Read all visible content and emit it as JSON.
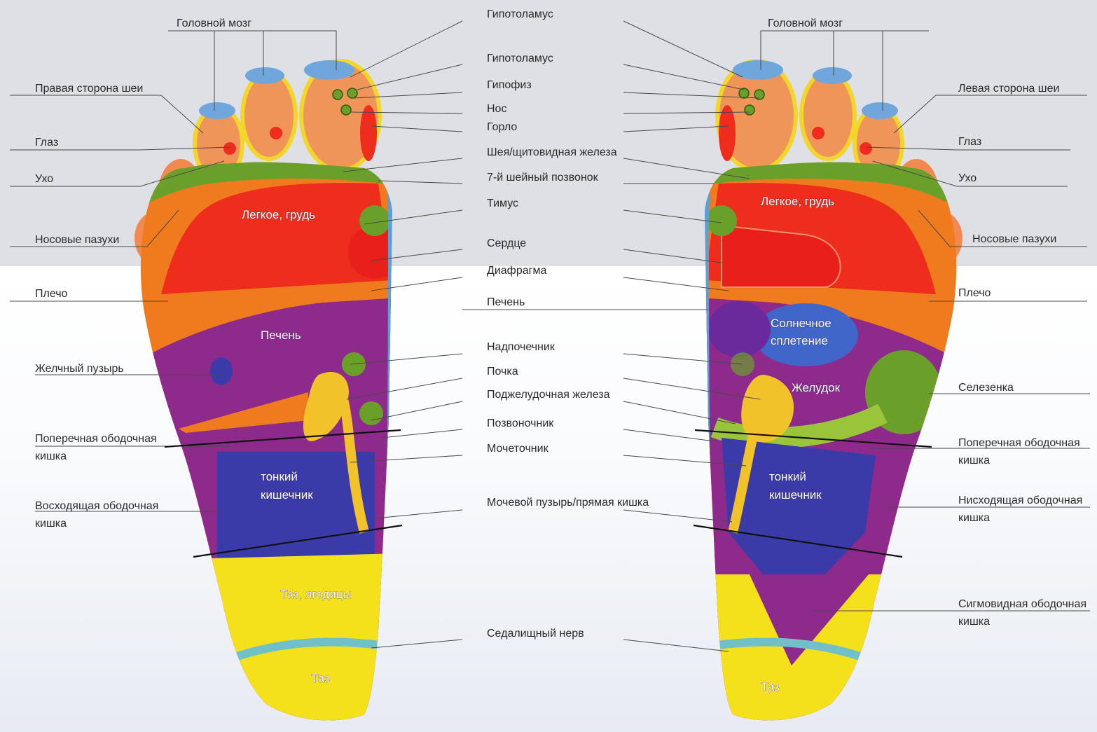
{
  "top_labels": {
    "hypothalamus_1": "Гипотоламус",
    "hypothalamus_2": "Гипотоламус",
    "pituitary": "Гипофиз",
    "nose": "Нос",
    "throat": "Горло",
    "neck_thyroid": "Шея/щитовидная железа",
    "c7": "7-й шейный позвонок",
    "thymus": "Тимус",
    "heart": "Сердце",
    "diaphragm": "Диафрагма",
    "liver": "Печень",
    "adrenal": "Надпочечник",
    "kidney": "Почка",
    "pancreas": "Поджелудочная железа",
    "spine": "Позвоночник",
    "ureter": "Мочеточник",
    "bladder": "Мочевой пузырь/прямая кишка",
    "sciatic": "Седалищный нерв"
  },
  "left_labels": {
    "brain": "Головной мозг",
    "neck_right": "Правая сторона шеи",
    "eye": "Глаз",
    "ear": "Ухо",
    "sinuses": "Носовые пазухи",
    "shoulder": "Плечо",
    "gallbladder": "Желчный пузырь",
    "transverse_colon_1": "Поперечная ободочная",
    "transverse_colon_2": "кишка",
    "ascending_colon_1": "Восходящая ободочная",
    "ascending_colon_2": "кишка"
  },
  "right_labels": {
    "brain": "Головной мозг",
    "neck_left": "Левая сторона шеи",
    "eye": "Глаз",
    "ear": "Ухо",
    "sinuses": "Носовые пазухи",
    "shoulder": "Плечо",
    "spleen": "Селезенка",
    "transverse_colon_1": "Поперечная ободочная",
    "transverse_colon_2": "кишка",
    "descending_colon_1": "Нисходящая ободочная",
    "descending_colon_2": "кишка",
    "sigmoid_colon_1": "Сигмовидная ободочная",
    "sigmoid_colon_2": "кишка"
  },
  "zones_left": {
    "lung": "Легкое, грудь",
    "liver": "Печень",
    "small_intestine_1": "тонкий",
    "small_intestine_2": "кишечник",
    "pelvis_buttocks": "Таз, ягодицы",
    "pelvis": "Таз"
  },
  "zones_right": {
    "lung": "Легкое, грудь",
    "solar_1": "Солнечное",
    "solar_2": "сплетение",
    "stomach": "Желудок",
    "small_intestine_1": "тонкий",
    "small_intestine_2": "кишечник",
    "pelvis": "Таз"
  },
  "colors": {
    "orange": "#f07a1e",
    "red": "#ee2d1c",
    "purple": "#8e2a8c",
    "blue": "#3a3ba8",
    "yellow": "#f5e11b",
    "green": "#6aa02a",
    "edge_blue": "#5aa0d8",
    "skin": "#f0a070",
    "toe_blue": "#6fa7dc"
  }
}
